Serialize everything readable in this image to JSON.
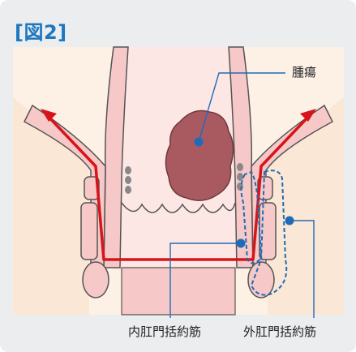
{
  "figure": {
    "title": "[図2]"
  },
  "labels": {
    "tumor": "腫瘍",
    "internal_sphincter": "内肛門括約筋",
    "external_sphincter": "外肛門括約筋"
  },
  "colors": {
    "title": "#1e78c0",
    "tissue_pink": "#f6c8c8",
    "tissue_outline": "#555555",
    "tumor": "#a85a60",
    "cut_line": "#d6151b",
    "sphincter_outline": "#1e6bb8",
    "leader_line": "#1e6bb8",
    "background_tint": "#fbe7d6"
  },
  "icons": {
    "cut_direction": "red-arrow"
  }
}
